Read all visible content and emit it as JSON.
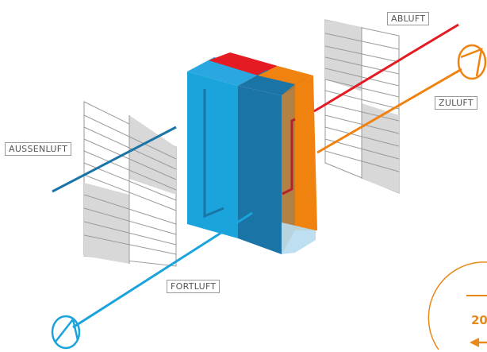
{
  "labels": {
    "abluft": "ABLUFT",
    "zuluft": "ZULUFT",
    "aussenluft": "AUSSENLUFT",
    "fortluft": "FORTLUFT"
  },
  "badge": {
    "number": "20"
  },
  "colors": {
    "blue_light": "#1ba3dc",
    "blue_dark": "#1b74a6",
    "red": "#e41b23",
    "orange": "#f0820f",
    "panel_gray": "#d8d8d8",
    "panel_line": "#9a9a9a"
  },
  "icons": [
    "fan-icon-top-right",
    "fan-icon-bottom-left",
    "arrow-left-icon"
  ]
}
